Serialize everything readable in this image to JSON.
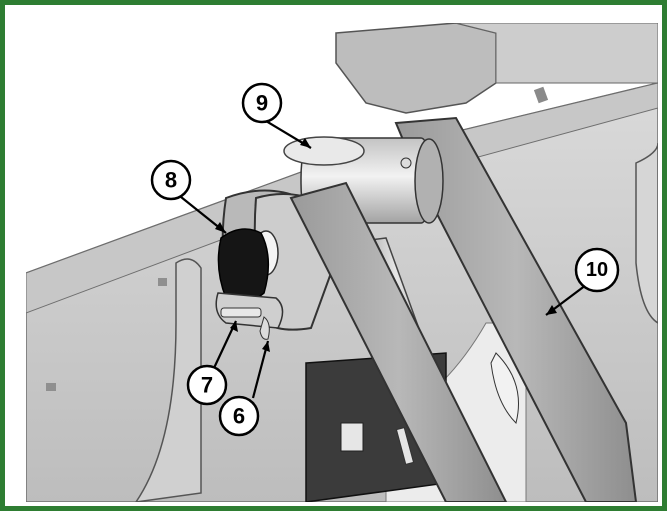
{
  "callouts": {
    "c6": "6",
    "c7": "7",
    "c8": "8",
    "c9": "9",
    "c10": "10"
  },
  "colors": {
    "frame": "#2e7d32",
    "plate_light": "#d9d9d9",
    "plate_mid": "#bcbcbc",
    "plate_dark": "#8f8f8f",
    "cap_black": "#111111"
  }
}
